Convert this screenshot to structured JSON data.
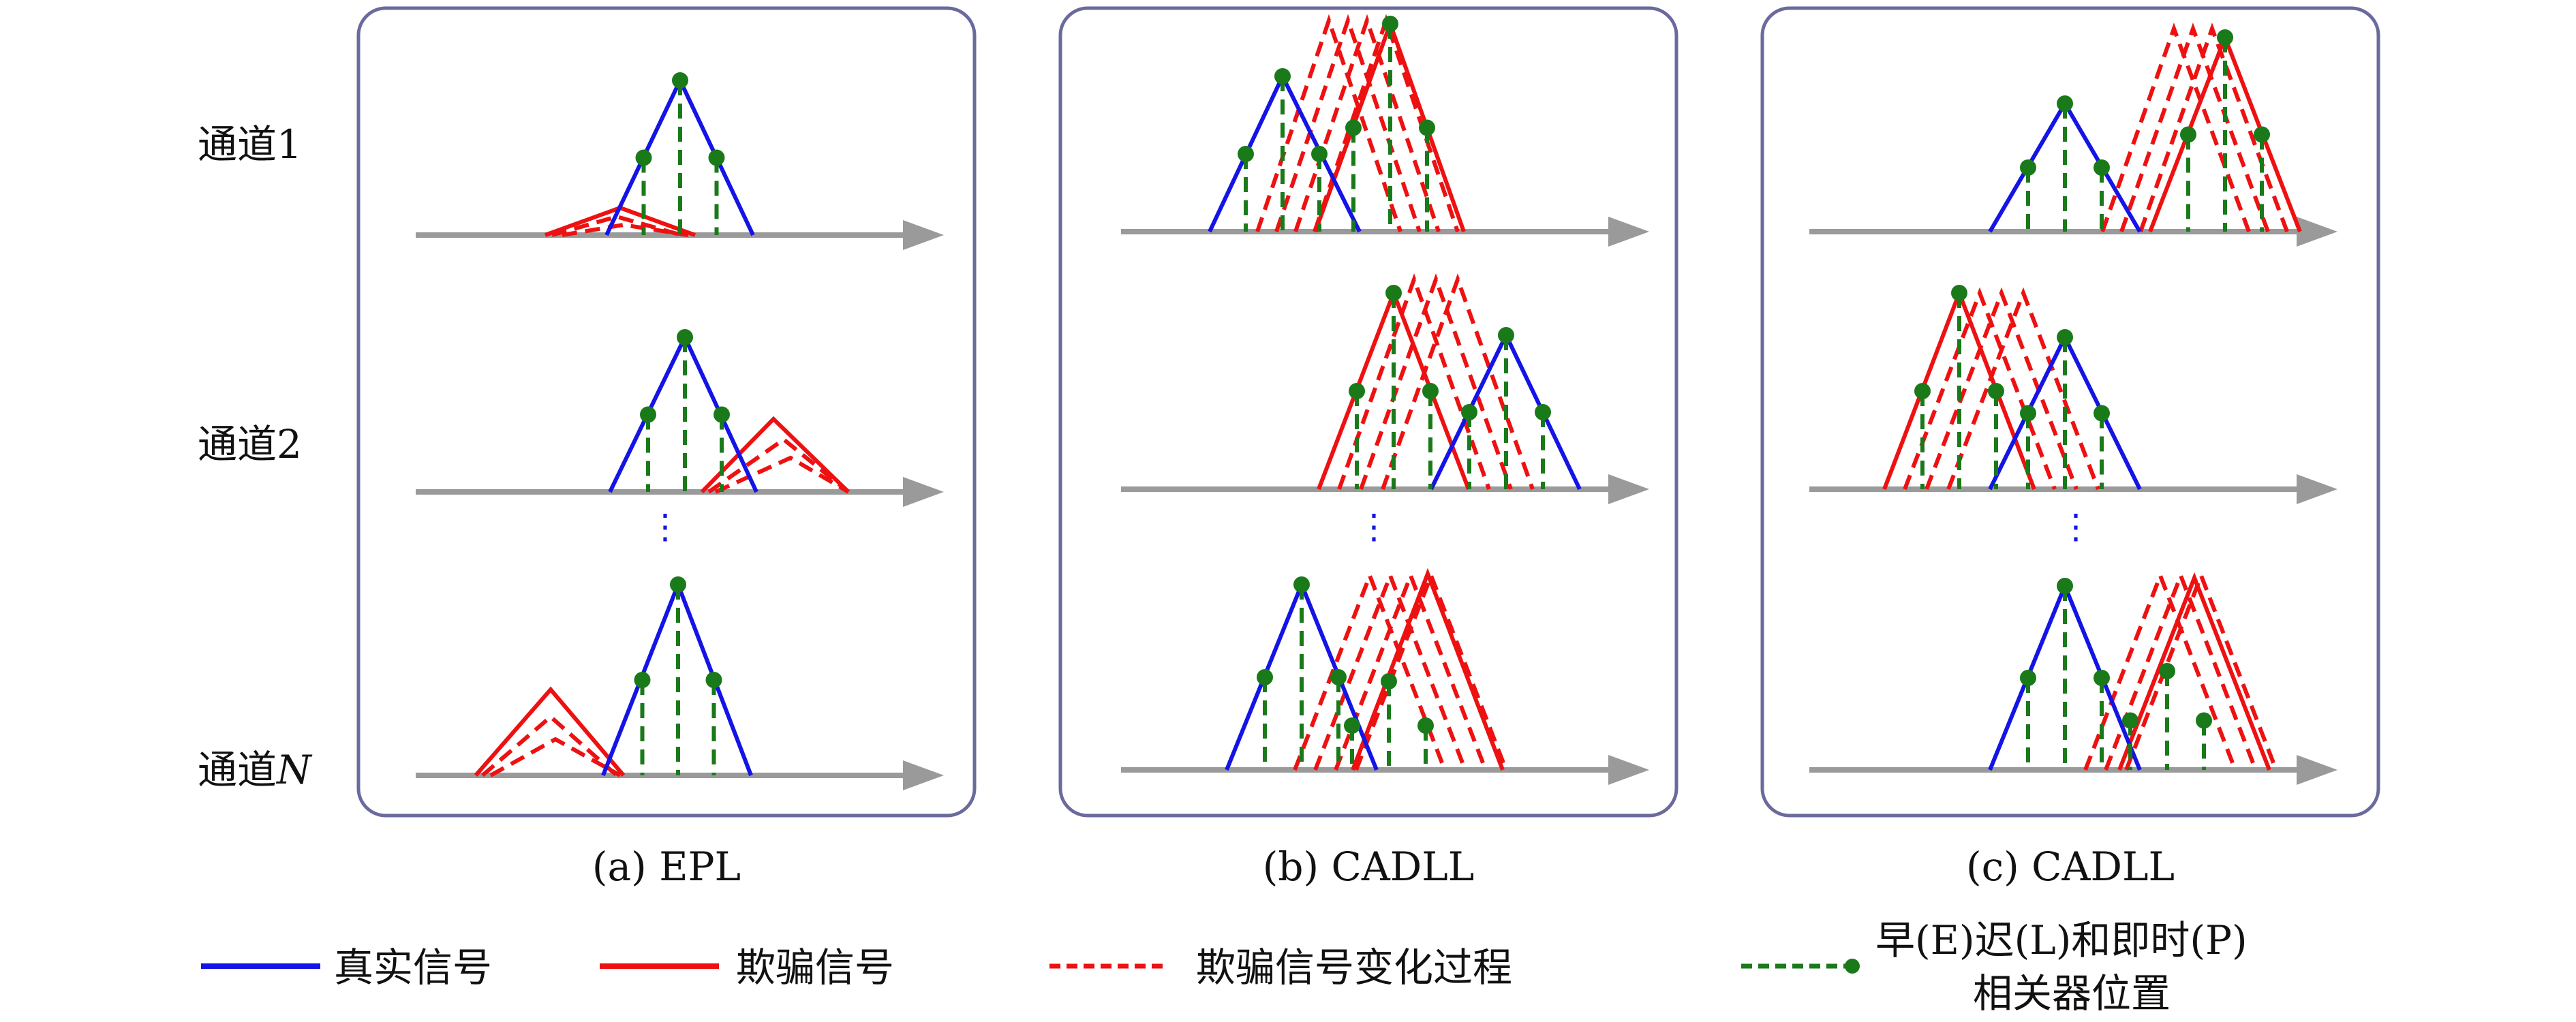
{
  "channel_labels": {
    "ch1": "通道1",
    "ch2": "通道2",
    "chN_prefix": "通道",
    "chN_suffix": "N",
    "dots": "⋮"
  },
  "panels": [
    {
      "id": "epl",
      "caption": "(a) EPL"
    },
    {
      "id": "cadll_b",
      "caption": "(b) CADLL"
    },
    {
      "id": "cadll_c",
      "caption": "(c) CADLL"
    }
  ],
  "legend": {
    "real_signal": "真实信号",
    "spoof_signal": "欺骗信号",
    "spoof_process": "欺骗信号变化过程",
    "correlator_line1": "早(E)迟(L)和即时(P)",
    "correlator_line2": "相关器位置"
  },
  "colors": {
    "real": "#1414e6",
    "spoof": "#ee1111",
    "correlator": "#1a7a1a",
    "axis": "#9a9a9a",
    "panel_border": "#6a6a9e"
  }
}
